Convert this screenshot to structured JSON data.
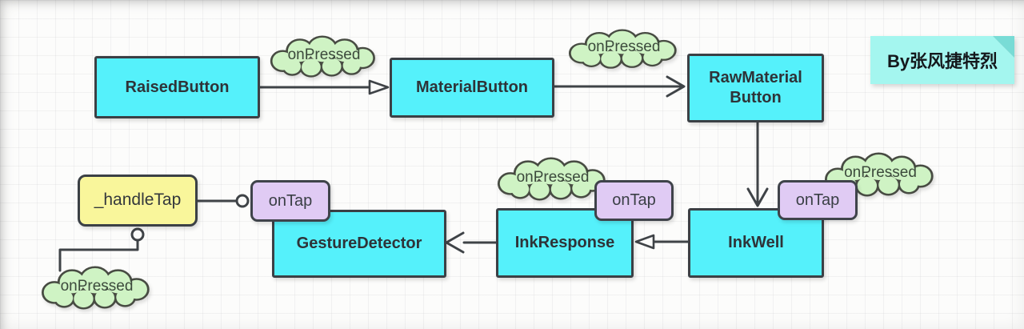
{
  "note": {
    "label": "By张风捷特烈"
  },
  "boxes": {
    "raised_button": "RaisedButton",
    "material_button": "MaterialButton",
    "raw_material_button": "RawMaterial Button",
    "gesture_detector": "GestureDetector",
    "ink_response": "InkResponse",
    "ink_well": "InkWell",
    "handle_tap": "_handleTap"
  },
  "tags": {
    "gesture_detector_on_tap": "onTap",
    "ink_response_on_tap": "onTap",
    "ink_well_on_tap": "onTap"
  },
  "clouds": {
    "raised_to_material": "onPressed",
    "material_to_raw": "onPressed",
    "ink_response": "onPressed",
    "ink_well": "onPressed",
    "handle_tap": "onPressed"
  },
  "colors": {
    "node_fill": "#55f1fb",
    "node_border": "#3b4045",
    "tag_fill": "#e0cbf4",
    "callback_fill": "#f9f69b",
    "cloud_fill": "#cff3c4",
    "note_fill": "#a4f6ef",
    "note_fold": "#79dcd6",
    "connector": "#3f4347"
  }
}
